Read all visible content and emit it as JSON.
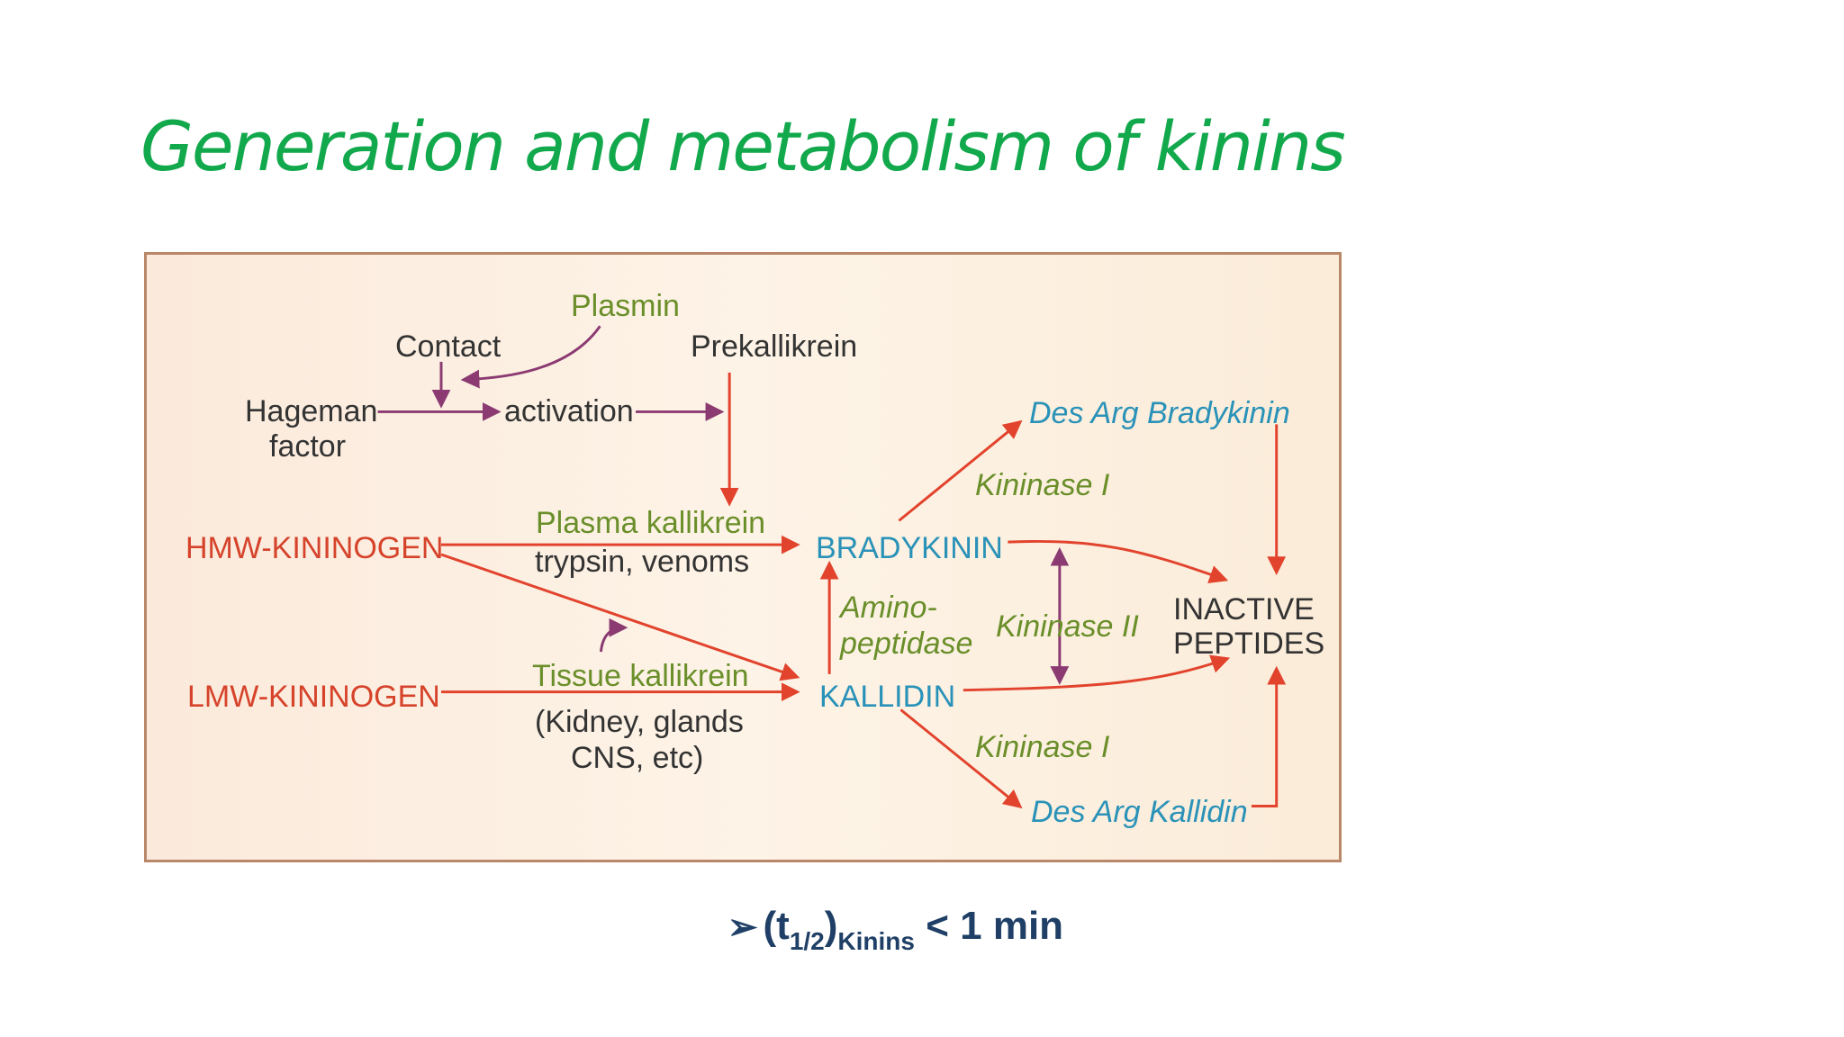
{
  "title": "Generation and metabolism of kinins",
  "diagram": {
    "labels": {
      "plasmin": "Plasmin",
      "contact": "Contact",
      "prekallikrein": "Prekallikrein",
      "hageman": "Hageman",
      "factor": "factor",
      "activation": "activation",
      "des_arg_bradykinin": "Des Arg Bradykinin",
      "kininase_i_top": "Kininase I",
      "hmw_kininogen": "HMW-KININOGEN",
      "plasma_kallikrein": "Plasma kallikrein",
      "trypsin_venoms": "trypsin, venoms",
      "bradykinin": "BRADYKININ",
      "amino": "Amino-",
      "peptidase": "peptidase",
      "kininase_ii": "Kininase II",
      "inactive": "INACTIVE",
      "peptides": "PEPTIDES",
      "lmw_kininogen": "LMW-KININOGEN",
      "tissue_kallikrein": "Tissue kallikrein",
      "kidney_glands": "(Kidney, glands",
      "cns_etc": "CNS, etc)",
      "kallidin": "KALLIDIN",
      "kininase_i_bottom": "Kininase I",
      "des_arg_kallidin": "Des Arg Kallidin"
    },
    "colors": {
      "neutral": "#333333",
      "kininogen": "#d6432b",
      "kinin": "#2a92b8",
      "enzyme": "#6a8f2a",
      "red_arrow": "#e2432d",
      "purple_arrow": "#8b3a72"
    }
  },
  "bullet": {
    "symbol": "➢",
    "open": "(t",
    "half": "1/2",
    "close": ")",
    "kinins": "Kinins",
    "rest": " < 1 min"
  }
}
